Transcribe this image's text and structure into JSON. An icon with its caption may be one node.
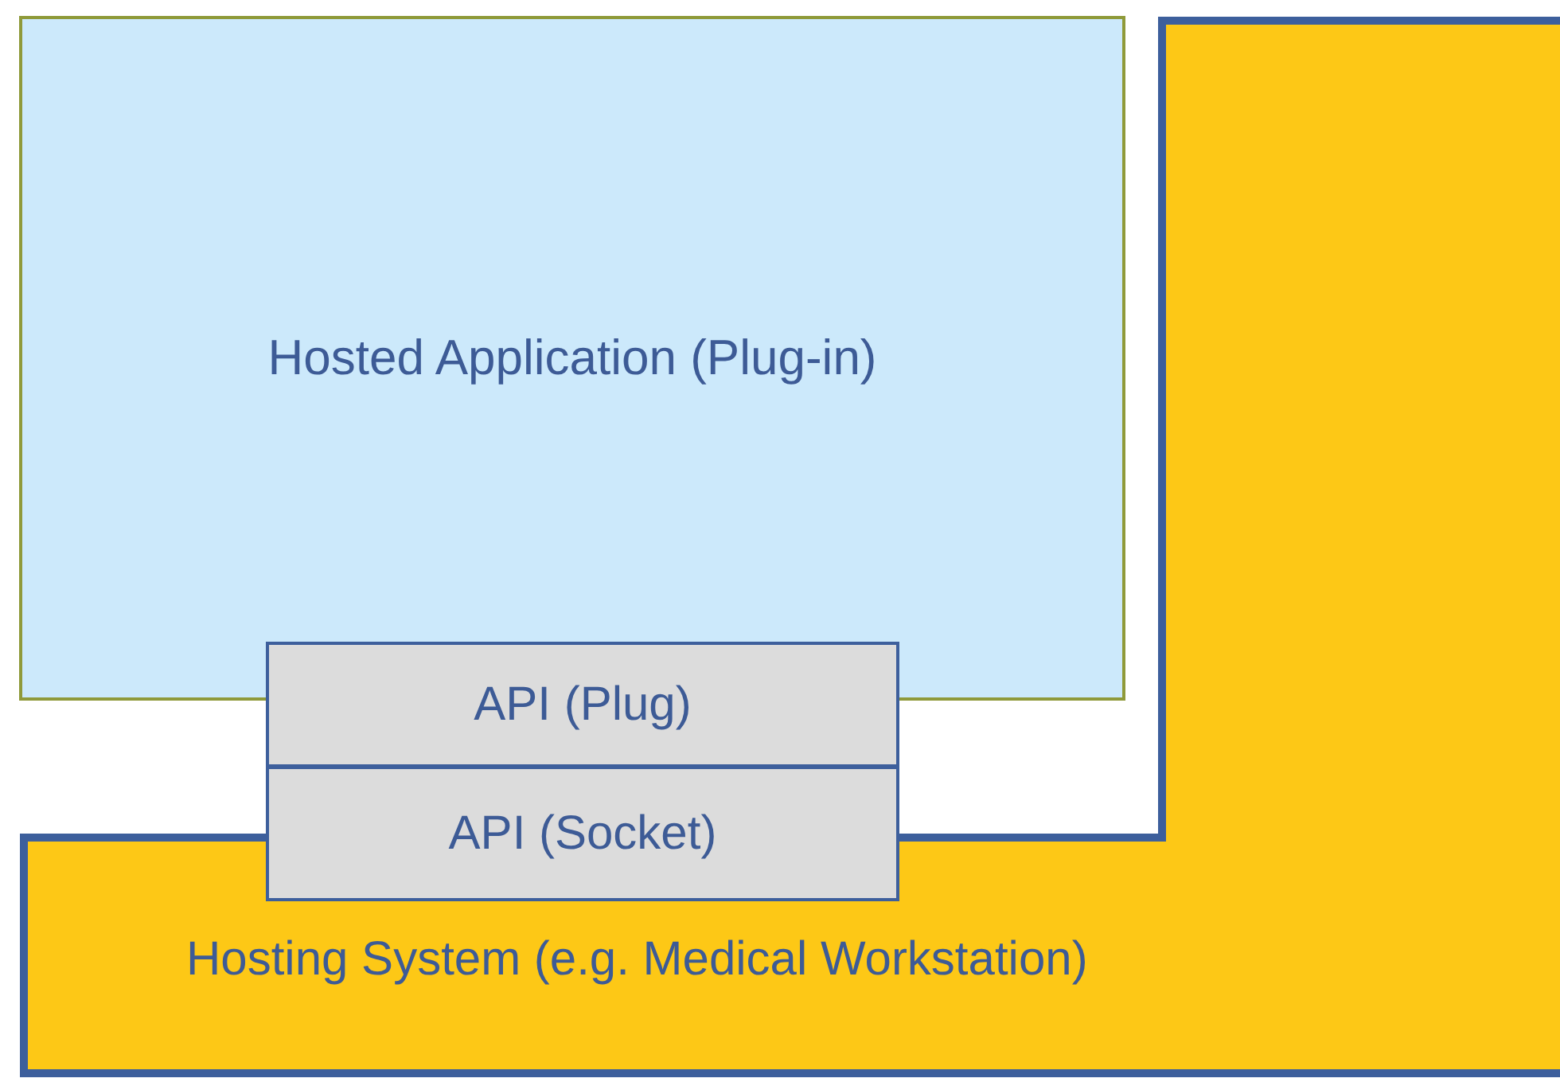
{
  "diagram": {
    "nodes": [
      {
        "text": [
          "Hosted Application (Plug-in)"
        ]
      },
      {
        "text": [
          "API (Plug)"
        ]
      },
      {
        "text": [
          "API (Socket)"
        ]
      },
      {
        "text": [
          "Hosting System (e.g. Medical Workstation)"
        ]
      }
    ],
    "edges": []
  }
}
